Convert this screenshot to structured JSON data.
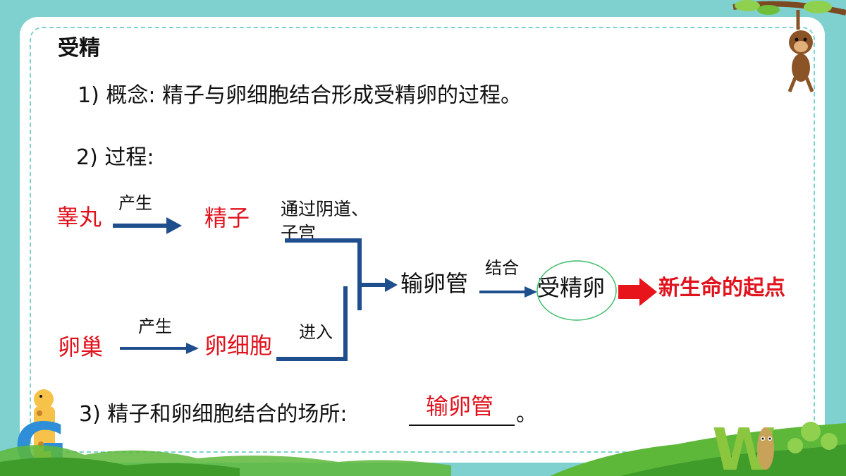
{
  "slide": {
    "heading": "受精",
    "point1": "1) 概念:  精子与卵细胞结合形成受精卵的过程。",
    "point2": "2) 过程:",
    "point3_prefix": "3) 精子和卵细胞结合的场所:",
    "point3_answer": "输卵管",
    "point3_end": "。"
  },
  "diagram": {
    "testis": "睾丸",
    "produce_top": "产生",
    "sperm": "精子",
    "path_line1": "通过阴道、",
    "path_line2": "子宫",
    "ovary": "卵巢",
    "produce_bottom": "产生",
    "egg_cell": "卵细胞",
    "enter": "进入",
    "oviduct": "输卵管",
    "combine": "结合",
    "zygote": "受精卵",
    "start_of_life": "新生命的起点"
  },
  "colors": {
    "arrow_blue": "#1f4e8c",
    "red_text": "#e0121d",
    "zygote_ellipse": "#3dbb6a",
    "panel_border": "#7ed1cf",
    "background_teal": "#7ed1cf",
    "grass_green": "#5db83a"
  },
  "decorations": {
    "top_right": "monkey-on-branch",
    "bottom_left": "giraffe-with-letter",
    "bottom_left_letter": "G",
    "bottom_right": "letter-with-worm",
    "bottom_right_letter": "W"
  }
}
